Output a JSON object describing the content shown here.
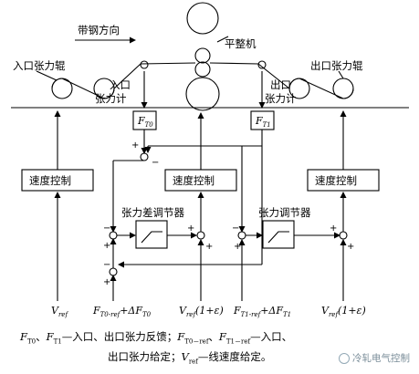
{
  "labels": {
    "strip_direction": "带钢方向",
    "skin_pass_mill": "平整机",
    "entry_bridle": "入口张力辊",
    "exit_bridle": "出口张力辊",
    "entry_meter_line1": "入口",
    "entry_meter_line2": "张力计",
    "exit_meter_line1": "出口",
    "exit_meter_line2": "张力计",
    "ft0": "F",
    "ft0_sub": "T0",
    "ft1": "F",
    "ft1_sub": "T1",
    "speed_ctrl": "速度控制",
    "diff_regulator": "张力差调节器",
    "tension_regulator": "张力调节器"
  },
  "signals": {
    "vref_left": "V",
    "vref_left_sub": "ref",
    "ft0_ref": "F",
    "ft0_ref_sub": "T0-ref",
    "ft0_ref_tail": "+ΔF",
    "ft0_ref_tail_sub": "T0",
    "vref_mid": "V",
    "vref_mid_sub": "ref",
    "vref_mid_tail": "(1+ε)",
    "ft1_ref": "F",
    "ft1_ref_sub": "T1-ref",
    "ft1_ref_tail": "+ΔF",
    "ft1_ref_tail_sub": "T1",
    "vref_right": "V",
    "vref_right_sub": "ref",
    "vref_right_tail": "(1+ε)"
  },
  "signs": {
    "plus": "+",
    "minus": "−"
  },
  "caption": {
    "l1_sym1": "F",
    "l1_sym1_sub": "T0",
    "l1_sep": "、",
    "l1_sym2": "F",
    "l1_sym2_sub": "T1",
    "l1_text1": "—入口、出口张力反馈；",
    "l1_sym3": "F",
    "l1_sym3_sub": "T0－ref",
    "l1_sep2": "、",
    "l1_sym4": "F",
    "l1_sym4_sub": "T1－ref",
    "l1_text2": "—入口、",
    "l2_text1": "出口张力给定；",
    "l2_sym": "V",
    "l2_sym_sub": "ref",
    "l2_text2": "—线速度给定。"
  },
  "watermark": "冷轧电气控制"
}
